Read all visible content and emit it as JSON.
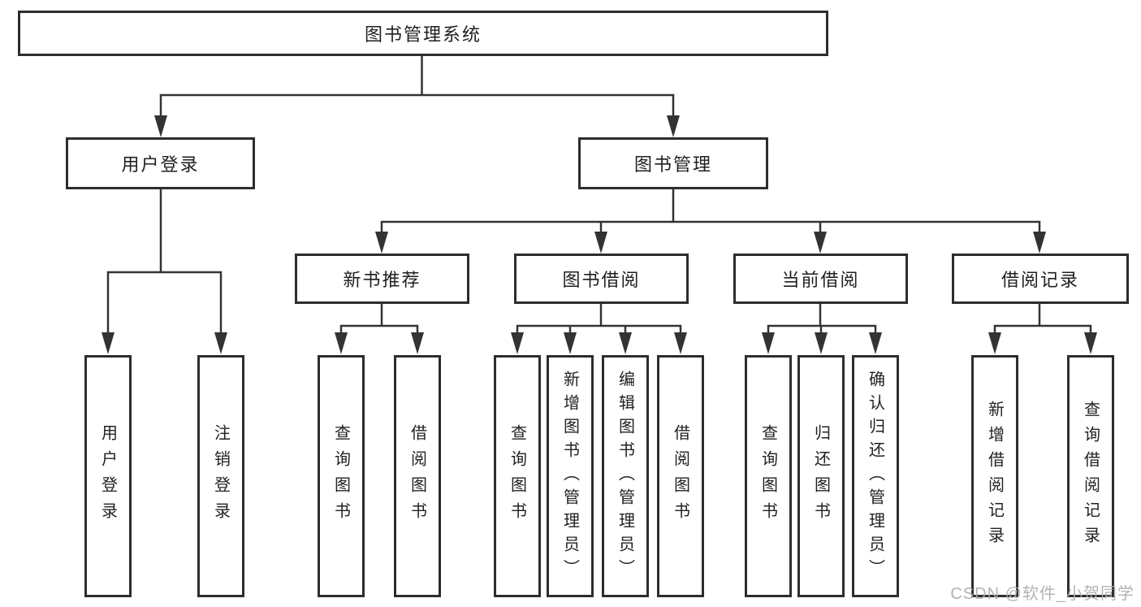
{
  "diagram_title": "图书管理系统",
  "nodes": {
    "root": "图书管理系统",
    "user_login": "用户登录",
    "book_mgmt": "图书管理",
    "new_book_rec": "新书推荐",
    "book_borrow": "图书借阅",
    "current_borrow": "当前借阅",
    "borrow_record": "借阅记录",
    "user_login_leaves": {
      "login": "用户登录",
      "logout": "注销登录"
    },
    "new_book_rec_leaves": {
      "query": "查询图书",
      "borrow": "借阅图书"
    },
    "book_borrow_leaves": {
      "query": "查询图书",
      "add": "新增图书（管理员）",
      "edit": "编辑图书（管理员）",
      "borrow": "借阅图书"
    },
    "current_borrow_leaves": {
      "query": "查询图书",
      "return": "归还图书",
      "confirm": "确认归还（管理员）"
    },
    "borrow_record_leaves": {
      "add": "新增借阅记录",
      "query": "查询借阅记录"
    }
  },
  "watermark": {
    "text": "CSDN @软件_小贺同学"
  },
  "colors": {
    "background": "#ffffff",
    "box_border": "#2d2d2d",
    "connector_line": "#333333",
    "text": "#1f1f1f",
    "watermark": "#acacac"
  }
}
